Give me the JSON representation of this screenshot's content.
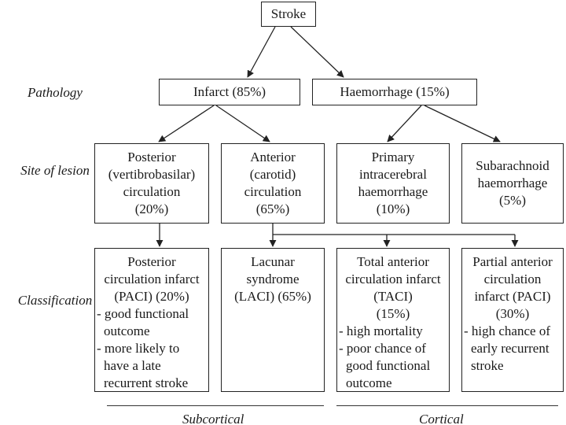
{
  "row_labels": {
    "pathology": "Pathology",
    "site": "Site of lesion",
    "classification": "Classification"
  },
  "nodes": {
    "stroke": [
      "Stroke"
    ],
    "infarct": [
      "Infarct (85%)"
    ],
    "haemorrhage": [
      "Haemorrhage (15%)"
    ],
    "posterior": [
      "Posterior",
      "(vertibrobasilar)",
      "circulation",
      "(20%)"
    ],
    "anterior": [
      "Anterior",
      "(carotid)",
      "circulation",
      "(65%)"
    ],
    "primary": [
      "Primary",
      "intracerebral",
      "haemorrhage",
      "(10%)"
    ],
    "subarachnoid": [
      "Subarachnoid",
      "haemorrhage",
      "(5%)"
    ],
    "paci_post": [
      "Posterior",
      "circulation infarct",
      "(PACI) (20%)",
      "- good functional",
      "outcome",
      "- more likely to",
      "have a late",
      "recurrent stroke"
    ],
    "laci": [
      "Lacunar",
      "syndrome",
      "(LACI) (65%)"
    ],
    "taci": [
      "Total anterior",
      "circulation infarct",
      "(TACI)",
      "(15%)",
      "- high mortality",
      "- poor chance of",
      "good functional",
      "outcome"
    ],
    "paci_part": [
      "Partial anterior",
      "circulation",
      "infarct (PACI)",
      "(30%)",
      "- high chance of",
      "early recurrent",
      "stroke"
    ]
  },
  "groups": {
    "subcortical": "Subcortical",
    "cortical": "Cortical"
  }
}
